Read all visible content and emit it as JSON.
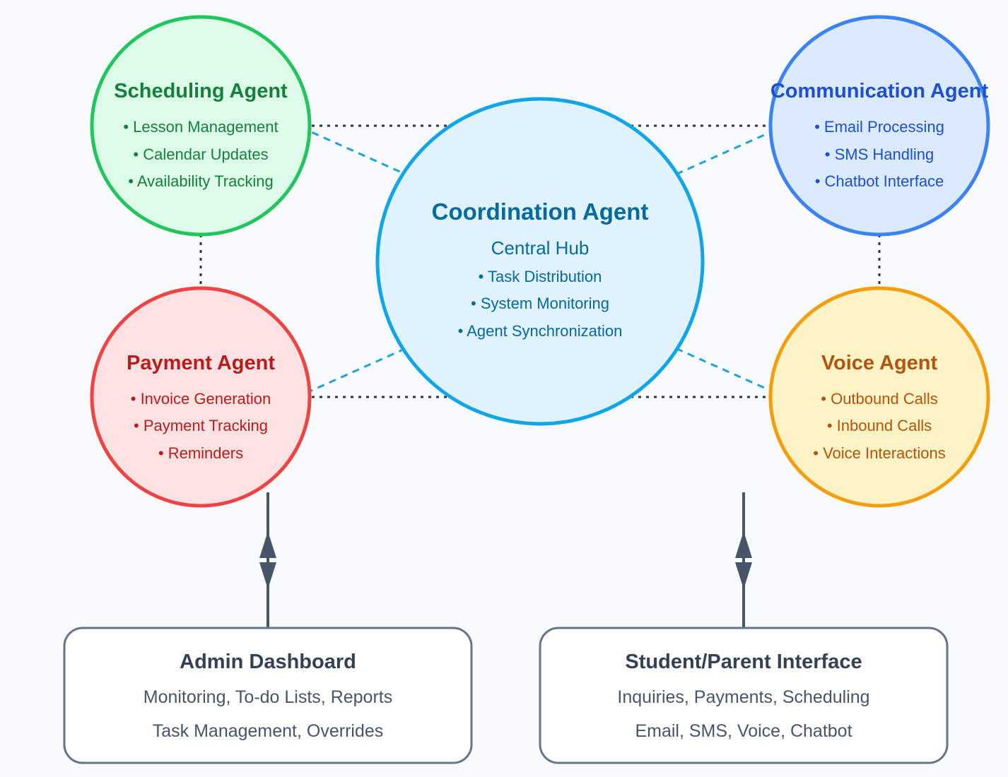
{
  "nodes": {
    "scheduling": {
      "title": "Scheduling Agent",
      "items": [
        "• Lesson Management",
        "• Calendar Updates",
        "• Availability Tracking"
      ],
      "fill": "#dcfce7",
      "stroke": "#22c55e",
      "text_color": "#15803d"
    },
    "communication": {
      "title": "Communication Agent",
      "items": [
        "• Email Processing",
        "• SMS Handling",
        "• Chatbot Interface"
      ],
      "fill": "#dbeafe",
      "stroke": "#3b82f6",
      "text_color": "#1d4ed8"
    },
    "coordination": {
      "title": "Coordination Agent",
      "subtitle": "Central Hub",
      "items": [
        "• Task Distribution",
        "• System Monitoring",
        "• Agent Synchronization"
      ],
      "fill": "#e0f2fe",
      "stroke": "#0ea5e9",
      "text_color": "#0369a1"
    },
    "payment": {
      "title": "Payment Agent",
      "items": [
        "• Invoice Generation",
        "• Payment Tracking",
        "• Reminders"
      ],
      "fill": "#fee2e2",
      "stroke": "#ef4444",
      "text_color": "#b91c1c"
    },
    "voice": {
      "title": "Voice Agent",
      "items": [
        "• Outbound Calls",
        "• Inbound Calls",
        "• Voice Interactions"
      ],
      "fill": "#fef3c7",
      "stroke": "#f59e0b",
      "text_color": "#b45309"
    }
  },
  "interfaces": {
    "admin": {
      "title": "Admin Dashboard",
      "lines": [
        "Monitoring, To-do Lists, Reports",
        "Task Management, Overrides"
      ]
    },
    "student": {
      "title": "Student/Parent Interface",
      "lines": [
        "Inquiries, Payments, Scheduling",
        "Email, SMS, Voice, Chatbot"
      ]
    }
  },
  "colors": {
    "background": "#f8fafc",
    "dotted_connector": "#333333",
    "dashed_connector": "#1ca3d8",
    "arrow": "#475569",
    "interface_stroke": "#64748b",
    "interface_text": "#334155",
    "interface_sub_text": "#475569"
  }
}
